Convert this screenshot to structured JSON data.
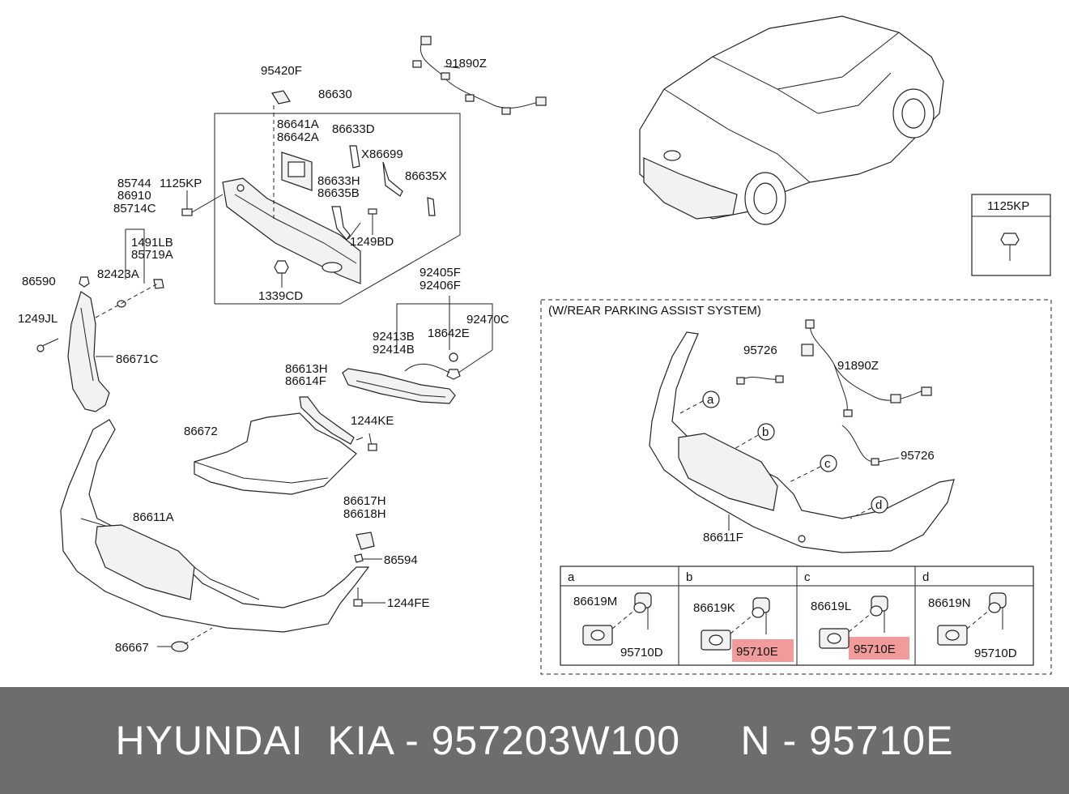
{
  "labels": {
    "p95420F": "95420F",
    "p86630": "86630",
    "p91890Z": "91890Z",
    "p86641A": "86641A",
    "p86642A": "86642A",
    "p86633D": "86633D",
    "pX86699": "X86699",
    "p86633H": "86633H",
    "p86635B": "86635B",
    "p86635X": "86635X",
    "p1249BD": "1249BD",
    "p1339CD": "1339CD",
    "p85744": "85744",
    "p1125KP": "1125KP",
    "p86910": "86910",
    "p85714C": "85714C",
    "p1491LB": "1491LB",
    "p85719A": "85719A",
    "p82423A": "82423A",
    "p86590": "86590",
    "p1249JL": "1249JL",
    "p86671C": "86671C",
    "p92405F": "92405F",
    "p92406F": "92406F",
    "p92413B": "92413B",
    "p92414B": "92414B",
    "p18642E": "18642E",
    "p92470C": "92470C",
    "p86613H": "86613H",
    "p86614F": "86614F",
    "p1244KE": "1244KE",
    "p86672": "86672",
    "p86611A": "86611A",
    "p86617H": "86617H",
    "p86618H": "86618H",
    "p86594": "86594",
    "p1244FE": "1244FE",
    "p86667": "86667"
  },
  "boltbox": {
    "label": "1125KP"
  },
  "inset": {
    "title": "(W/REAR PARKING ASSIST SYSTEM)",
    "p95726a": "95726",
    "p91890Z": "91890Z",
    "p95726b": "95726",
    "p86611F": "86611F",
    "callouts": [
      "a",
      "b",
      "c",
      "d"
    ]
  },
  "subtable": {
    "cells": [
      {
        "letter": "a",
        "bracket": "86619M",
        "sensor": "95710D",
        "highlight": false
      },
      {
        "letter": "b",
        "bracket": "86619K",
        "sensor": "95710E",
        "highlight": true
      },
      {
        "letter": "c",
        "bracket": "86619L",
        "sensor": "95710E",
        "highlight": true
      },
      {
        "letter": "d",
        "bracket": "86619N",
        "sensor": "95710D",
        "highlight": false
      }
    ]
  },
  "colors": {
    "highlight": "#f08a8a",
    "footer_bg": "#6d6d6d",
    "footer_text": "#ffffff"
  },
  "footer": {
    "text": "HYUNDAI  KIA - 957203W100     N - 95710E"
  }
}
